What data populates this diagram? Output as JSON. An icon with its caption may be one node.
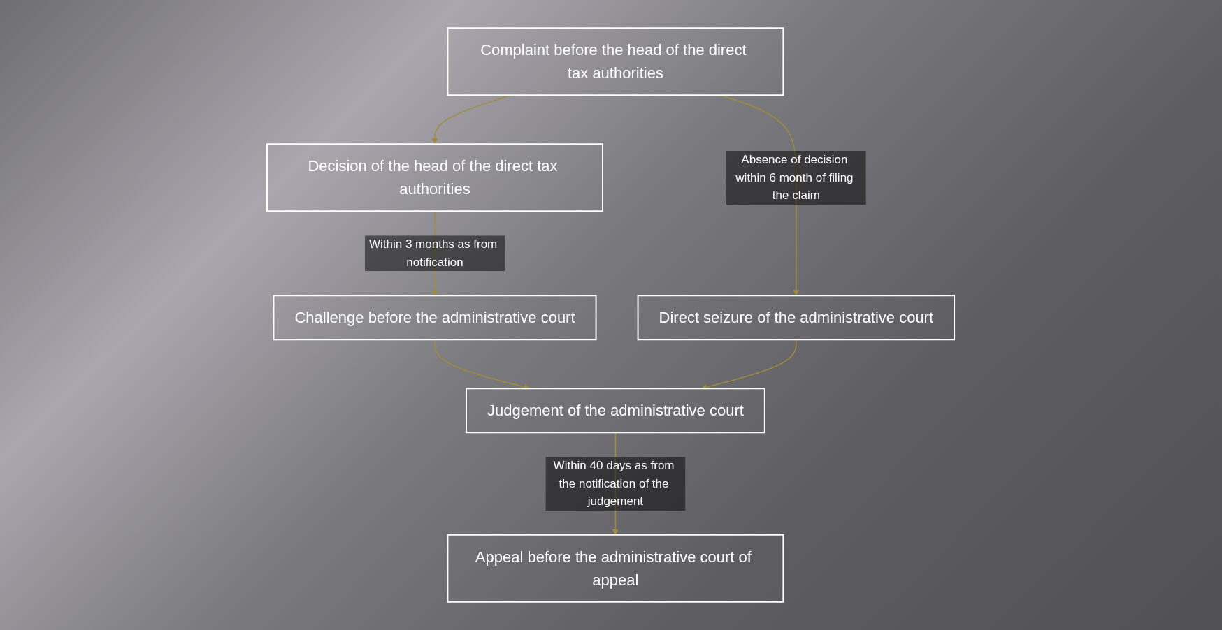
{
  "diagram": {
    "nodes": [
      {
        "text": [
          "Complaint before the head of the direct tax authorities"
        ]
      },
      {
        "text": [
          "Decision of the head of the direct tax authorities"
        ]
      },
      {
        "text": [
          "Challenge before the administrative court"
        ]
      },
      {
        "text": [
          "Direct seizure of the administrative court"
        ]
      },
      {
        "text": [
          "Judgement of the administrative court"
        ]
      },
      {
        "text": [
          "Appeal before the administrative court of appeal"
        ]
      }
    ],
    "edges": [
      {
        "from": 0,
        "to": 1,
        "arrow": "to"
      },
      {
        "from": 0,
        "to": 3,
        "arrow": "to",
        "label": "Absence of decision within 6 month of filing the claim"
      },
      {
        "from": 1,
        "to": 2,
        "arrow": "to",
        "label": "Within 3 months as from notification"
      },
      {
        "from": 2,
        "to": 4,
        "arrow": "to"
      },
      {
        "from": 3,
        "to": 4,
        "arrow": "to"
      },
      {
        "from": 4,
        "to": 5,
        "arrow": "to",
        "label": "Within 40 days as from the notification of the judgement"
      }
    ]
  }
}
